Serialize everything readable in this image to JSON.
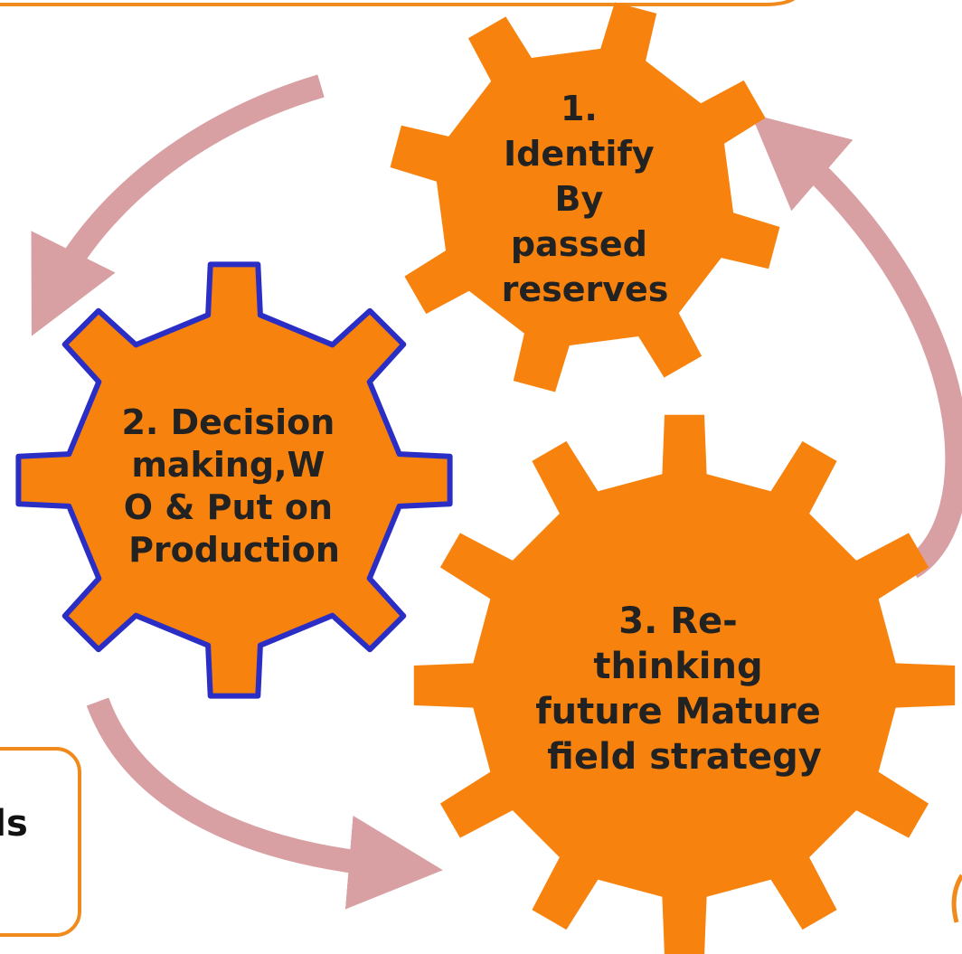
{
  "colors": {
    "gear_fill": "#f7830e",
    "gear_outline_highlight": "#2b2ec4",
    "arrow": "#d9a0a4",
    "box_border": "#f08a1c",
    "text": "#222222"
  },
  "gears": [
    {
      "id": "identify",
      "lines": [
        "1.",
        "Identify",
        "By",
        "passed",
        "reserves"
      ]
    },
    {
      "id": "decision",
      "lines": [
        "2. Decision",
        "making,W",
        "O & Put on",
        "Production"
      ]
    },
    {
      "id": "rethinking",
      "lines": [
        "3. Re-",
        "thinking",
        "future Mature",
        "field strategy"
      ]
    }
  ],
  "partial_box": {
    "text": "ls"
  }
}
